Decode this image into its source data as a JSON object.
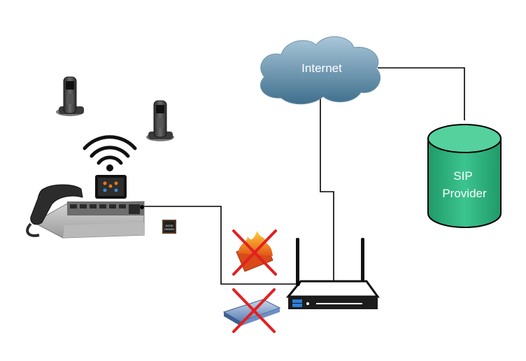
{
  "nodes": {
    "internet": {
      "label": "Internet"
    },
    "sip": {
      "line1": "SIP",
      "line2": "Provider"
    },
    "badge": {
      "line1": "GOOD",
      "line2": "DESIGN"
    }
  },
  "colors": {
    "cloud_top": "#8fb4cc",
    "cloud_bottom": "#3f6f8c",
    "sip_fill": "#2fb27e",
    "sip_top": "#5fd6a4",
    "wire": "#000000",
    "cross": "#e32020",
    "router_body": "#1c1c1c",
    "router_accent": "#2c7fd6",
    "fire": "#e8681c"
  },
  "icons": [
    "phone-handset-icon",
    "wifi-signal-icon",
    "desk-phone-icon",
    "firewall-icon",
    "switch-icon",
    "router-icon",
    "cloud-icon",
    "database-icon"
  ]
}
